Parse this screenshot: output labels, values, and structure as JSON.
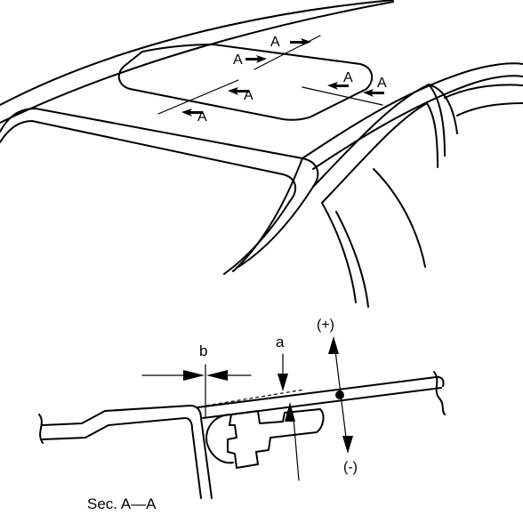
{
  "top_view": {
    "section_markers": [
      "A",
      "A",
      "A",
      "A",
      "A",
      "A"
    ]
  },
  "section_view": {
    "dimension_b": "b",
    "dimension_a": "a",
    "plus_label": "(+)",
    "minus_label": "(-)",
    "caption": "Sec. A—A"
  }
}
